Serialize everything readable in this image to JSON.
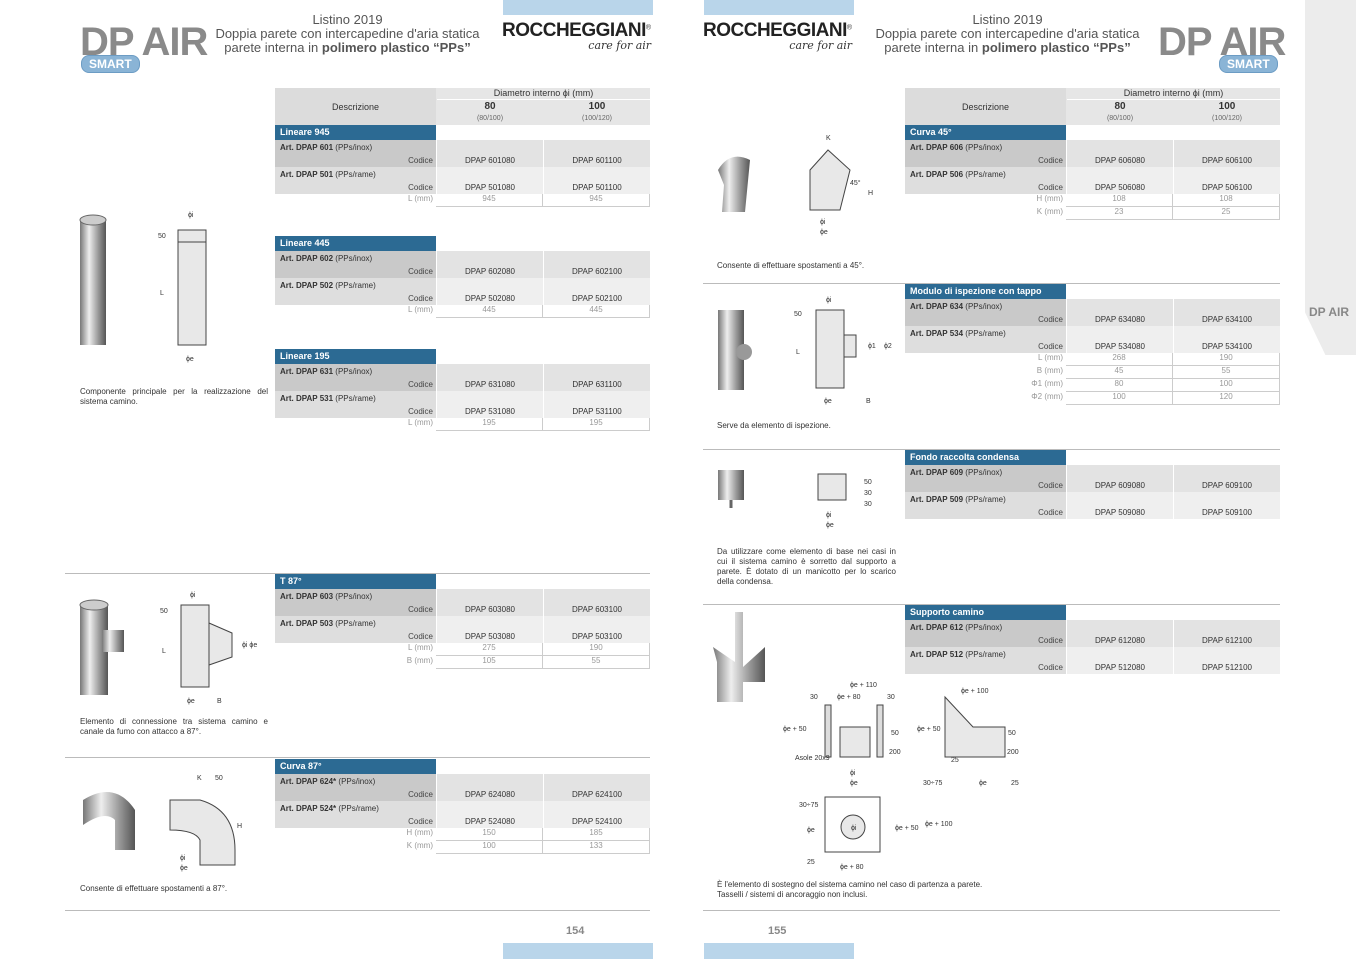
{
  "brand": {
    "title": "DP AIR",
    "badge": "SMART",
    "logo": "ROCCHEGGIANI",
    "logo_mark": "®",
    "tagline": "care for air",
    "side_tab": "DP AIR"
  },
  "header": {
    "line1": "Listino 2019",
    "line2": "Doppia parete con intercapedine d'aria statica",
    "line3_pre": "parete interna in ",
    "line3_bold": "polimero plastico “PPs”"
  },
  "table_header": {
    "descr": "Descrizione",
    "diameter": "Diametro interno ϕi (mm)",
    "cols": [
      {
        "v": "80",
        "sub": "(80/100)"
      },
      {
        "v": "100",
        "sub": "(100/120)"
      }
    ]
  },
  "codice": "Codice",
  "pages": {
    "left": "154",
    "right": "155"
  },
  "sections": {
    "lin945": {
      "title": "Lineare 945",
      "arts": [
        {
          "art": "Art. DPAP 601",
          "mat": "(PPs/inox)",
          "codes": [
            "DPAP 601080",
            "DPAP 601100"
          ]
        },
        {
          "art": "Art. DPAP 501",
          "mat": "(PPs/rame)",
          "codes": [
            "DPAP 501080",
            "DPAP 501100"
          ]
        }
      ],
      "dims": [
        {
          "label": "L (mm)",
          "vals": [
            "945",
            "945"
          ]
        }
      ]
    },
    "lin445": {
      "title": "Lineare 445",
      "arts": [
        {
          "art": "Art. DPAP 602",
          "mat": "(PPs/inox)",
          "codes": [
            "DPAP 602080",
            "DPAP 602100"
          ]
        },
        {
          "art": "Art. DPAP 502",
          "mat": "(PPs/rame)",
          "codes": [
            "DPAP 502080",
            "DPAP 502100"
          ]
        }
      ],
      "dims": [
        {
          "label": "L (mm)",
          "vals": [
            "445",
            "445"
          ]
        }
      ]
    },
    "lin195": {
      "title": "Lineare 195",
      "arts": [
        {
          "art": "Art. DPAP 631",
          "mat": "(PPs/inox)",
          "codes": [
            "DPAP 631080",
            "DPAP 631100"
          ]
        },
        {
          "art": "Art. DPAP 531",
          "mat": "(PPs/rame)",
          "codes": [
            "DPAP 531080",
            "DPAP 531100"
          ]
        }
      ],
      "dims": [
        {
          "label": "L (mm)",
          "vals": [
            "195",
            "195"
          ]
        }
      ]
    },
    "t87": {
      "title": "T 87°",
      "arts": [
        {
          "art": "Art. DPAP 603",
          "mat": "(PPs/inox)",
          "codes": [
            "DPAP 603080",
            "DPAP 603100"
          ]
        },
        {
          "art": "Art. DPAP 503",
          "mat": "(PPs/rame)",
          "codes": [
            "DPAP 503080",
            "DPAP 503100"
          ]
        }
      ],
      "dims": [
        {
          "label": "L (mm)",
          "vals": [
            "275",
            "190"
          ]
        },
        {
          "label": "B (mm)",
          "vals": [
            "105",
            "55"
          ]
        }
      ]
    },
    "c87": {
      "title": "Curva 87°",
      "arts": [
        {
          "art": "Art. DPAP 624*",
          "mat": "(PPs/inox)",
          "codes": [
            "DPAP 624080",
            "DPAP 624100"
          ]
        },
        {
          "art": "Art. DPAP 524*",
          "mat": "(PPs/rame)",
          "codes": [
            "DPAP 524080",
            "DPAP 524100"
          ]
        }
      ],
      "dims": [
        {
          "label": "H (mm)",
          "vals": [
            "150",
            "185"
          ]
        },
        {
          "label": "K (mm)",
          "vals": [
            "100",
            "133"
          ]
        }
      ]
    },
    "c45": {
      "title": "Curva 45°",
      "arts": [
        {
          "art": "Art. DPAP 606",
          "mat": "(PPs/inox)",
          "codes": [
            "DPAP 606080",
            "DPAP 606100"
          ]
        },
        {
          "art": "Art. DPAP 506",
          "mat": "(PPs/rame)",
          "codes": [
            "DPAP 506080",
            "DPAP 506100"
          ]
        }
      ],
      "dims": [
        {
          "label": "H (mm)",
          "vals": [
            "108",
            "108"
          ]
        },
        {
          "label": "K (mm)",
          "vals": [
            "23",
            "25"
          ]
        }
      ]
    },
    "mod": {
      "title": "Modulo di ispezione con tappo",
      "arts": [
        {
          "art": "Art. DPAP 634",
          "mat": "(PPs/inox)",
          "codes": [
            "DPAP 634080",
            "DPAP 634100"
          ]
        },
        {
          "art": "Art. DPAP 534",
          "mat": "(PPs/rame)",
          "codes": [
            "DPAP 534080",
            "DPAP 534100"
          ]
        }
      ],
      "dims": [
        {
          "label": "L (mm)",
          "vals": [
            "268",
            "190"
          ]
        },
        {
          "label": "B (mm)",
          "vals": [
            "45",
            "55"
          ]
        },
        {
          "label": "Φ1 (mm)",
          "vals": [
            "80",
            "100"
          ]
        },
        {
          "label": "Φ2 (mm)",
          "vals": [
            "100",
            "120"
          ]
        }
      ]
    },
    "fondo": {
      "title": "Fondo raccolta condensa",
      "arts": [
        {
          "art": "Art. DPAP 609",
          "mat": "(PPs/inox)",
          "codes": [
            "DPAP 609080",
            "DPAP 609100"
          ]
        },
        {
          "art": "Art. DPAP 509",
          "mat": "(PPs/rame)",
          "codes": [
            "DPAP 509080",
            "DPAP 509100"
          ]
        }
      ],
      "dims": []
    },
    "supp": {
      "title": "Supporto camino",
      "arts": [
        {
          "art": "Art. DPAP 612",
          "mat": "(PPs/inox)",
          "codes": [
            "DPAP 612080",
            "DPAP 612100"
          ]
        },
        {
          "art": "Art. DPAP 512",
          "mat": "(PPs/rame)",
          "codes": [
            "DPAP 512080",
            "DPAP 512100"
          ]
        }
      ],
      "dims": []
    }
  },
  "descriptions": {
    "lin": "Componente principale per la realizzazione del sistema camino.",
    "t87": "Elemento di connessione tra sistema camino e canale da fumo con attacco a 87°.",
    "c87": "Consente di effettuare spostamenti a 87°.",
    "c45": "Consente di effettuare spostamenti a 45°.",
    "mod": "Serve da elemento di ispezione.",
    "fondo": "Da utilizzare come elemento di base nei casi in cui il sistema camino è sorretto dal supporto a parete. È dotato di un manicotto per lo scarico della condensa.",
    "supp1": "È l'elemento di sostegno del sistema camino nel caso di partenza a parete.",
    "supp2": "Tasselli / sistemi di ancoraggio non inclusi."
  },
  "drawing_labels": {
    "lin": [
      "ϕi",
      "50",
      "L",
      "ϕe"
    ],
    "t87": [
      "ϕi",
      "50",
      "L",
      "ϕi ϕe",
      "ϕe",
      "B"
    ],
    "c87": [
      "K",
      "50",
      "H",
      "ϕi",
      "ϕe"
    ],
    "c45": [
      "K",
      "45°",
      "H",
      "ϕi",
      "ϕe"
    ],
    "mod": [
      "ϕi",
      "50",
      "L",
      "ϕ1",
      "ϕ2",
      "ϕe",
      "B"
    ],
    "fondo": [
      "50",
      "30",
      "30",
      "ϕi",
      "ϕe"
    ],
    "supp": [
      "ϕe + 110",
      "30",
      "ϕe + 80",
      "30",
      "ϕe + 50",
      "50",
      "200",
      "Asole 20x9",
      "ϕi",
      "ϕe",
      "ϕe + 100",
      "ϕe + 50",
      "50",
      "200",
      "25",
      "30÷75",
      "ϕe",
      "25",
      "30÷75",
      "ϕe",
      "ϕe + 50",
      "ϕe + 100",
      "25",
      "ϕe + 80",
      "ϕi"
    ]
  }
}
